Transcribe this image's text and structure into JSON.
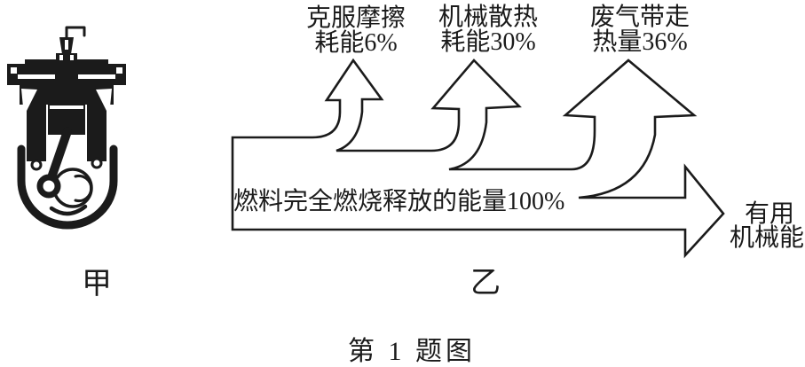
{
  "figure": {
    "caption": "第 1 题图",
    "engine_label": "甲",
    "diagram_label": "乙"
  },
  "energy_flow": {
    "source_label": "燃料完全燃烧释放的能量100%",
    "source_percent": 100,
    "branches": [
      {
        "line1": "克服摩擦",
        "line2": "耗能6%",
        "percent": 6
      },
      {
        "line1": "机械散热",
        "line2": "耗能30%",
        "percent": 30
      },
      {
        "line1": "废气带走",
        "line2": "热量36%",
        "percent": 36
      }
    ],
    "output": {
      "line1": "有用",
      "line2": "机械能"
    }
  },
  "colors": {
    "ink": "#1b1b1b",
    "background": "#ffffff"
  }
}
